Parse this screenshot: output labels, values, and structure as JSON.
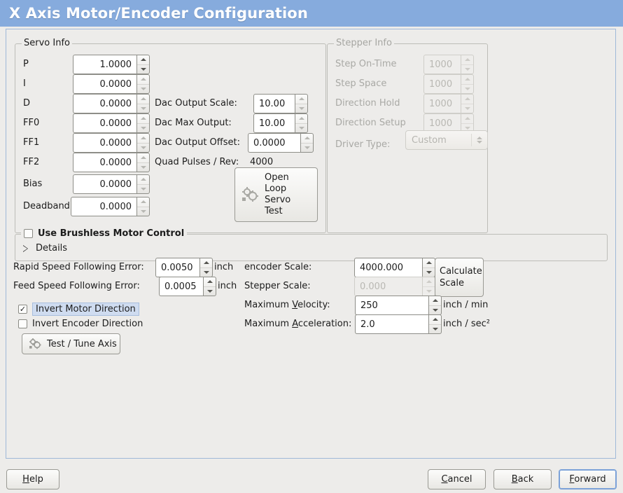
{
  "window": {
    "title": "X Axis Motor/Encoder Configuration",
    "accent": "#86abdd"
  },
  "servo_info": {
    "legend": "Servo Info",
    "rows": [
      {
        "label": "P",
        "value": "1.0000"
      },
      {
        "label": "I",
        "value": "0.0000"
      },
      {
        "label": "D",
        "value": "0.0000"
      },
      {
        "label": "FF0",
        "value": "0.0000"
      },
      {
        "label": "FF1",
        "value": "0.0000"
      },
      {
        "label": "FF2",
        "value": "0.0000"
      },
      {
        "label": "Bias",
        "value": "0.0000"
      },
      {
        "label": "Deadband",
        "value": "0.0000"
      }
    ],
    "dac": [
      {
        "label": "Dac Output Scale:",
        "value": "10.00"
      },
      {
        "label": "Dac Max Output:",
        "value": "10.00"
      },
      {
        "label": "Dac Output Offset:",
        "value": "0.0000"
      }
    ],
    "quad_pulses_label": "Quad Pulses / Rev:",
    "quad_pulses_value": "4000",
    "open_loop_button": {
      "line1": "Open",
      "line2": "Loop",
      "line3": "Servo",
      "line4": "Test"
    }
  },
  "stepper_info": {
    "legend": "Stepper Info",
    "disabled": true,
    "rows": [
      {
        "label": "Step On-Time",
        "value": "1000"
      },
      {
        "label": "Step Space",
        "value": "1000"
      },
      {
        "label": "Direction Hold",
        "value": "1000"
      },
      {
        "label": "Direction Setup",
        "value": "1000"
      }
    ],
    "driver_type_label": "Driver Type:",
    "driver_type_value": "Custom"
  },
  "brushless": {
    "checkbox_label": "Use Brushless Motor Control",
    "checked": false,
    "details_label": "Details",
    "details_expanded": false
  },
  "errors": {
    "rapid_label": "Rapid Speed Following Error:",
    "rapid_value": "0.0050",
    "rapid_unit": "inch",
    "feed_label": "Feed Speed Following Error:",
    "feed_value": "0.0005",
    "feed_unit": "inch",
    "invert_motor_label": "Invert Motor Direction",
    "invert_motor_checked": true,
    "invert_encoder_label": "Invert Encoder Direction",
    "invert_encoder_checked": false,
    "test_tune_label": "Test / Tune Axis"
  },
  "scales": {
    "encoder_label": "encoder Scale:",
    "encoder_value": "4000.000",
    "stepper_label": "Stepper Scale:",
    "stepper_value": "0.000",
    "stepper_disabled": true,
    "calculate_line1": "Calculate",
    "calculate_line2": "Scale",
    "max_velocity_label_pre": "Maximum ",
    "max_velocity_label_mn": "V",
    "max_velocity_label_post": "elocity:",
    "max_velocity_value": "250",
    "max_velocity_unit": "inch / min",
    "max_accel_label_pre": "Maximum ",
    "max_accel_label_mn": "A",
    "max_accel_label_post": "cceleration:",
    "max_accel_value": "2.0",
    "max_accel_unit": "inch / sec²"
  },
  "footer": {
    "help_mn": "H",
    "help_rest": "elp",
    "cancel_mn": "C",
    "cancel_rest": "ancel",
    "back_mn": "B",
    "back_rest": "ack",
    "forward_mn": "F",
    "forward_rest": "orward"
  }
}
